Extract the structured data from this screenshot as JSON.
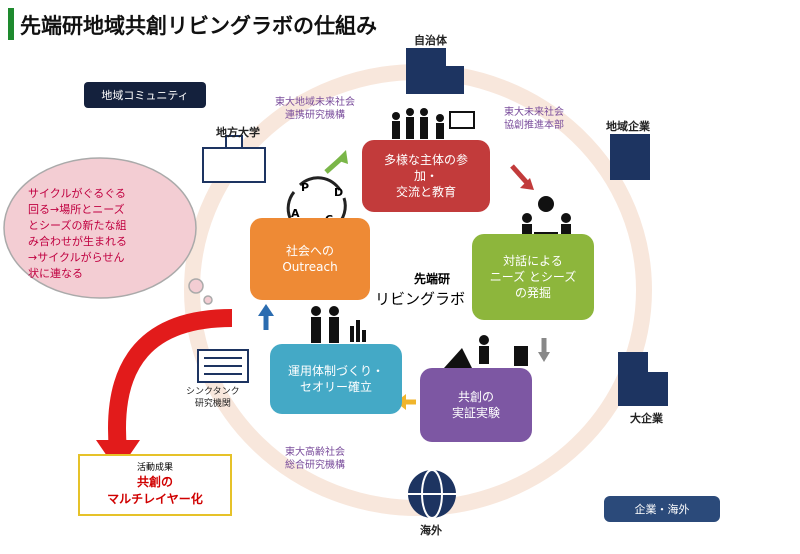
{
  "title": "先端研地域共創リビングラボの仕組み",
  "community_label": "地域コミュニティ",
  "center": {
    "line1": "先端研",
    "line2": "リビングラボ"
  },
  "actors": {
    "jichitai": "自治体",
    "chiho_daigaku": "地方大学",
    "chiiki_kigyo": "地域企業",
    "dai_kigyo": "大企業",
    "kaigai": "海外",
    "think_tank": "シンクタンク\n研究機関"
  },
  "orgs": {
    "chiiki_mirai": "東大地域未来社会\n連携研究機構",
    "mirai_shakai": "東大未来社会\n協創推進本部",
    "koreisha": "東大高齢社会\n総合研究機構"
  },
  "stages": {
    "participation": "多様な主体の参\n加・\n交流と教育",
    "dialogue": "対話による\nニーズ とシーズ\nの発掘",
    "demonstration": "共創の\n実証実験",
    "theory": "運用体制づくり・\nセオリー確立",
    "outreach": "社会への\nOutreach"
  },
  "pdca": [
    "P",
    "D",
    "C",
    "A"
  ],
  "cloud_text": "サイクルがぐるぐる\n回る→場所とニーズ\nとシーズの新たな組\nみ合わせが生まれる\n→サイクルがらせん\n状に連なる",
  "result": {
    "label": "活動成果",
    "line1": "共創の",
    "line2": "マルチレイヤー化"
  },
  "kigyo_kaigai_button": "企業・海外",
  "colors": {
    "red_box": "#c23b3b",
    "green_box": "#8db63c",
    "purple_box": "#7d57a3",
    "blue_box": "#44a9c6",
    "orange_box": "#ee8a35",
    "ring": "#f8e7dc",
    "title_accent": "#1e8a2e",
    "navy": "#1d3461",
    "cloud": "#f3cdd3"
  }
}
